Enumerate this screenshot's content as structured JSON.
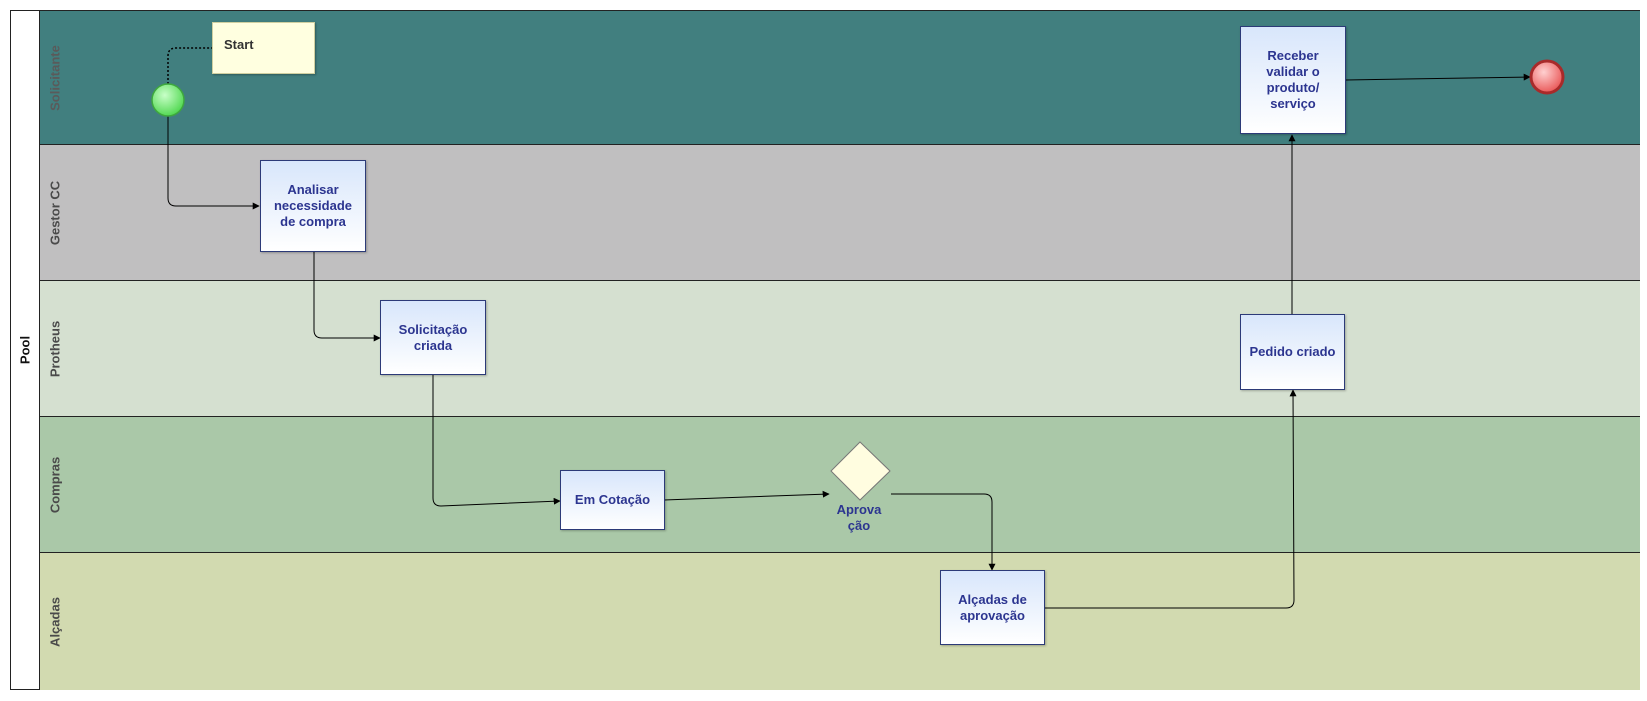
{
  "pool": {
    "label": "Pool"
  },
  "lanes": [
    {
      "id": "solicitante",
      "label": "Solicitante",
      "color": "#417f7f"
    },
    {
      "id": "gestor",
      "label": "Gestor CC",
      "color": "#c0bfc0"
    },
    {
      "id": "protheus",
      "label": "Protheus",
      "color": "#d5e0d0"
    },
    {
      "id": "compras",
      "label": "Compras",
      "color": "#aac8a8"
    },
    {
      "id": "alcadas",
      "label": "Alçadas",
      "color": "#d2dab0"
    }
  ],
  "annotation": {
    "text": "Start"
  },
  "tasks": {
    "analisar": "Analisar necessidade de compra",
    "solicitacao": "Solicitação criada",
    "cotacao": "Em Cotação",
    "alcadas": "Alçadas de aprovação",
    "pedido": "Pedido criado",
    "receber": "Receber validar o produto/ serviço"
  },
  "gateway": {
    "label": "Aprova ção"
  },
  "colors": {
    "task_border": "#2c3a78",
    "task_text": "#2c3590",
    "start_event": "#6ee86e",
    "end_event": "#ee6a6a",
    "gateway_fill": "#fffde0"
  }
}
